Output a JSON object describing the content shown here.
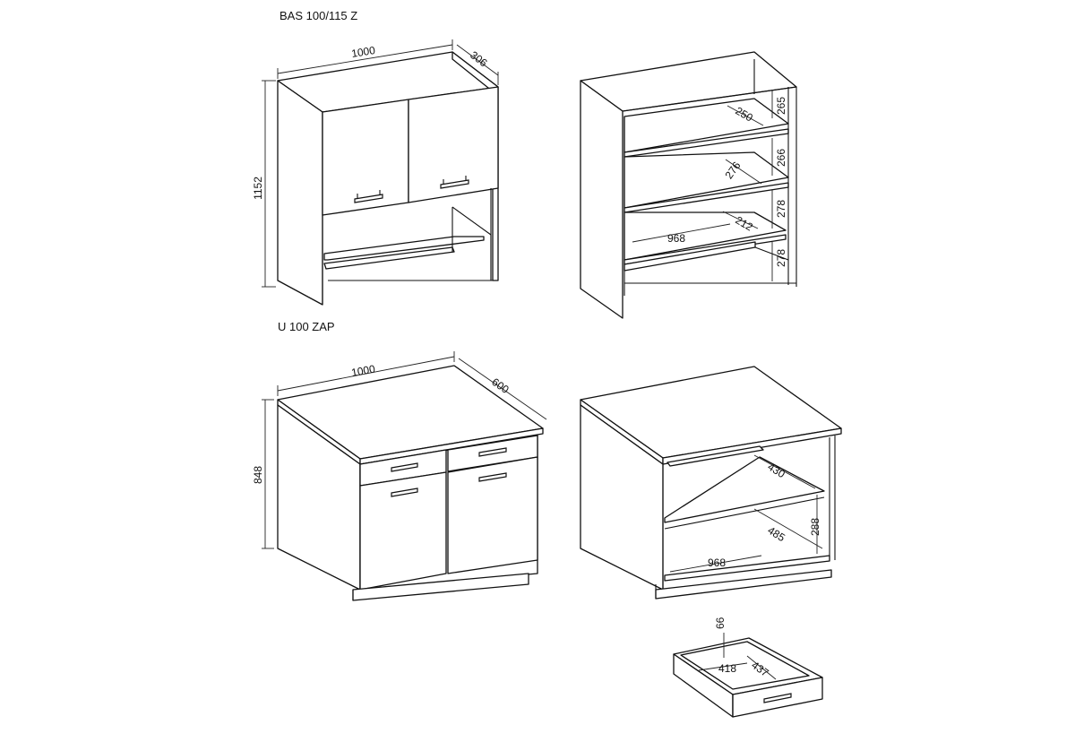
{
  "titles": {
    "upper_cabinet": "BAS 100/115 Z",
    "lower_cabinet": "U 100 ZAP"
  },
  "upper_cabinet_dims": {
    "width": "1000",
    "depth": "306",
    "height": "1152"
  },
  "upper_interior_dims": {
    "shelf_gap_1": "265",
    "shelf_gap_2": "266",
    "shelf_gap_3": "278",
    "shelf_gap_4": "278",
    "depth_1": "250",
    "depth_2": "276",
    "depth_3": "212",
    "inner_width": "968"
  },
  "lower_cabinet_dims": {
    "width": "1000",
    "depth": "600",
    "height": "848"
  },
  "lower_interior_dims": {
    "depth_upper": "430",
    "depth_lower": "485",
    "shelf_gap": "288",
    "inner_width": "968"
  },
  "drawer_dims": {
    "height": "66",
    "width": "418",
    "depth": "437"
  },
  "colors": {
    "line": "#111111",
    "background": "#ffffff"
  }
}
